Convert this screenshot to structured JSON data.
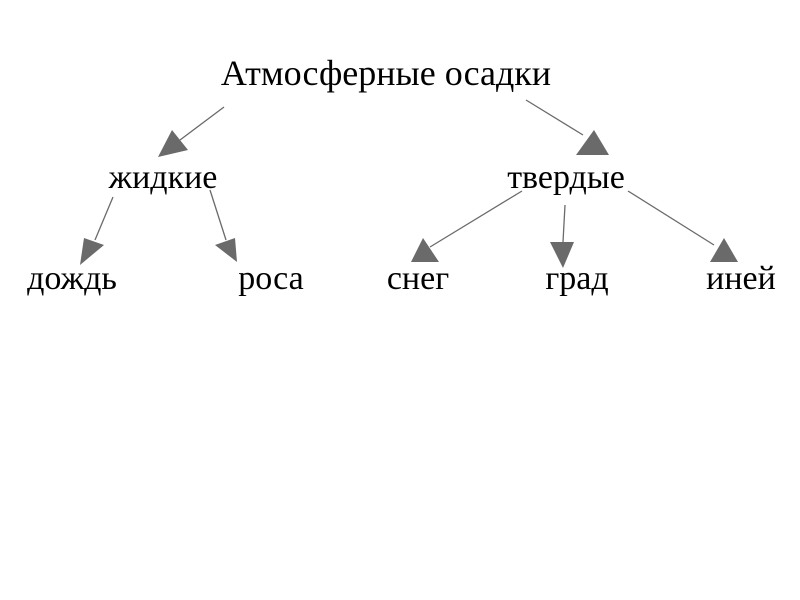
{
  "diagram": {
    "root": "Атмосферные осадки",
    "groups": [
      {
        "label": "жидкие",
        "children": [
          "дождь",
          "роса"
        ]
      },
      {
        "label": "твердые",
        "children": [
          "снег",
          "град",
          "иней"
        ]
      }
    ]
  }
}
